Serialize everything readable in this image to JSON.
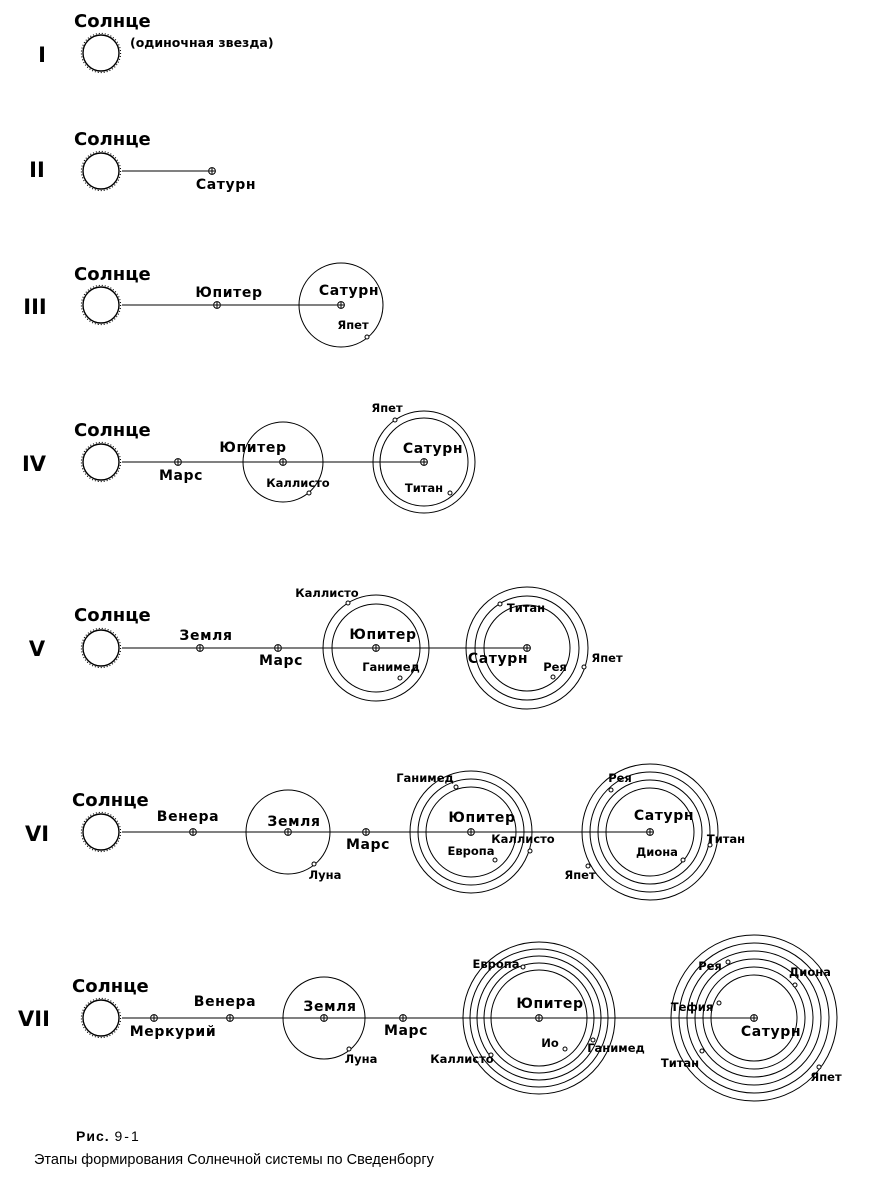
{
  "stages": [
    {
      "numeral": "I",
      "sun_label": "Солнце",
      "note": "(одиночная звезда)",
      "planets": []
    },
    {
      "numeral": "II",
      "sun_label": "Солнце",
      "planets": [
        {
          "name": "Сатурн",
          "moons": [],
          "ring_count": 0
        }
      ]
    },
    {
      "numeral": "III",
      "sun_label": "Солнце",
      "planets": [
        {
          "name": "Юпитер",
          "moons": [],
          "ring_count": 0
        },
        {
          "name": "Сатурн",
          "moons": [
            "Япет"
          ],
          "ring_count": 1
        }
      ]
    },
    {
      "numeral": "IV",
      "sun_label": "Солнце",
      "planets": [
        {
          "name": "Марс",
          "moons": [],
          "ring_count": 0
        },
        {
          "name": "Юпитер",
          "moons": [
            "Каллисто"
          ],
          "ring_count": 1
        },
        {
          "name": "Сатурн",
          "moons": [
            "Япет",
            "Титан"
          ],
          "ring_count": 2
        }
      ]
    },
    {
      "numeral": "V",
      "sun_label": "Солнце",
      "planets": [
        {
          "name": "Земля",
          "moons": [],
          "ring_count": 0
        },
        {
          "name": "Марс",
          "moons": [],
          "ring_count": 0
        },
        {
          "name": "Юпитер",
          "moons": [
            "Каллисто",
            "Ганимед"
          ],
          "ring_count": 2
        },
        {
          "name": "Сатурн",
          "moons": [
            "Титан",
            "Рея",
            "Япет"
          ],
          "ring_count": 3
        }
      ]
    },
    {
      "numeral": "VI",
      "sun_label": "Солнце",
      "planets": [
        {
          "name": "Венера",
          "moons": [],
          "ring_count": 0
        },
        {
          "name": "Земля",
          "moons": [
            "Луна"
          ],
          "ring_count": 1
        },
        {
          "name": "Марс",
          "moons": [],
          "ring_count": 0
        },
        {
          "name": "Юпитер",
          "moons": [
            "Ганимед",
            "Европа",
            "Каллисто"
          ],
          "ring_count": 3
        },
        {
          "name": "Сатурн",
          "moons": [
            "Рея",
            "Япет",
            "Диона",
            "Титан"
          ],
          "ring_count": 4
        }
      ]
    },
    {
      "numeral": "VII",
      "sun_label": "Солнце",
      "planets": [
        {
          "name": "Меркурий",
          "moons": [],
          "ring_count": 0
        },
        {
          "name": "Венера",
          "moons": [],
          "ring_count": 0
        },
        {
          "name": "Земля",
          "moons": [
            "Луна"
          ],
          "ring_count": 1
        },
        {
          "name": "Марс",
          "moons": [],
          "ring_count": 0
        },
        {
          "name": "Юпитер",
          "moons": [
            "Европа",
            "Каллисто",
            "Ио",
            "Ганимед"
          ],
          "ring_count": 4
        },
        {
          "name": "Сатурн",
          "moons": [
            "Рея",
            "Диона",
            "Тефия",
            "Титан",
            "Япет"
          ],
          "ring_count": 5
        }
      ]
    }
  ],
  "figure": {
    "label": "Рис.",
    "number": "9-1",
    "caption": "Этапы формирования Солнечной системы по Сведенборгу"
  }
}
